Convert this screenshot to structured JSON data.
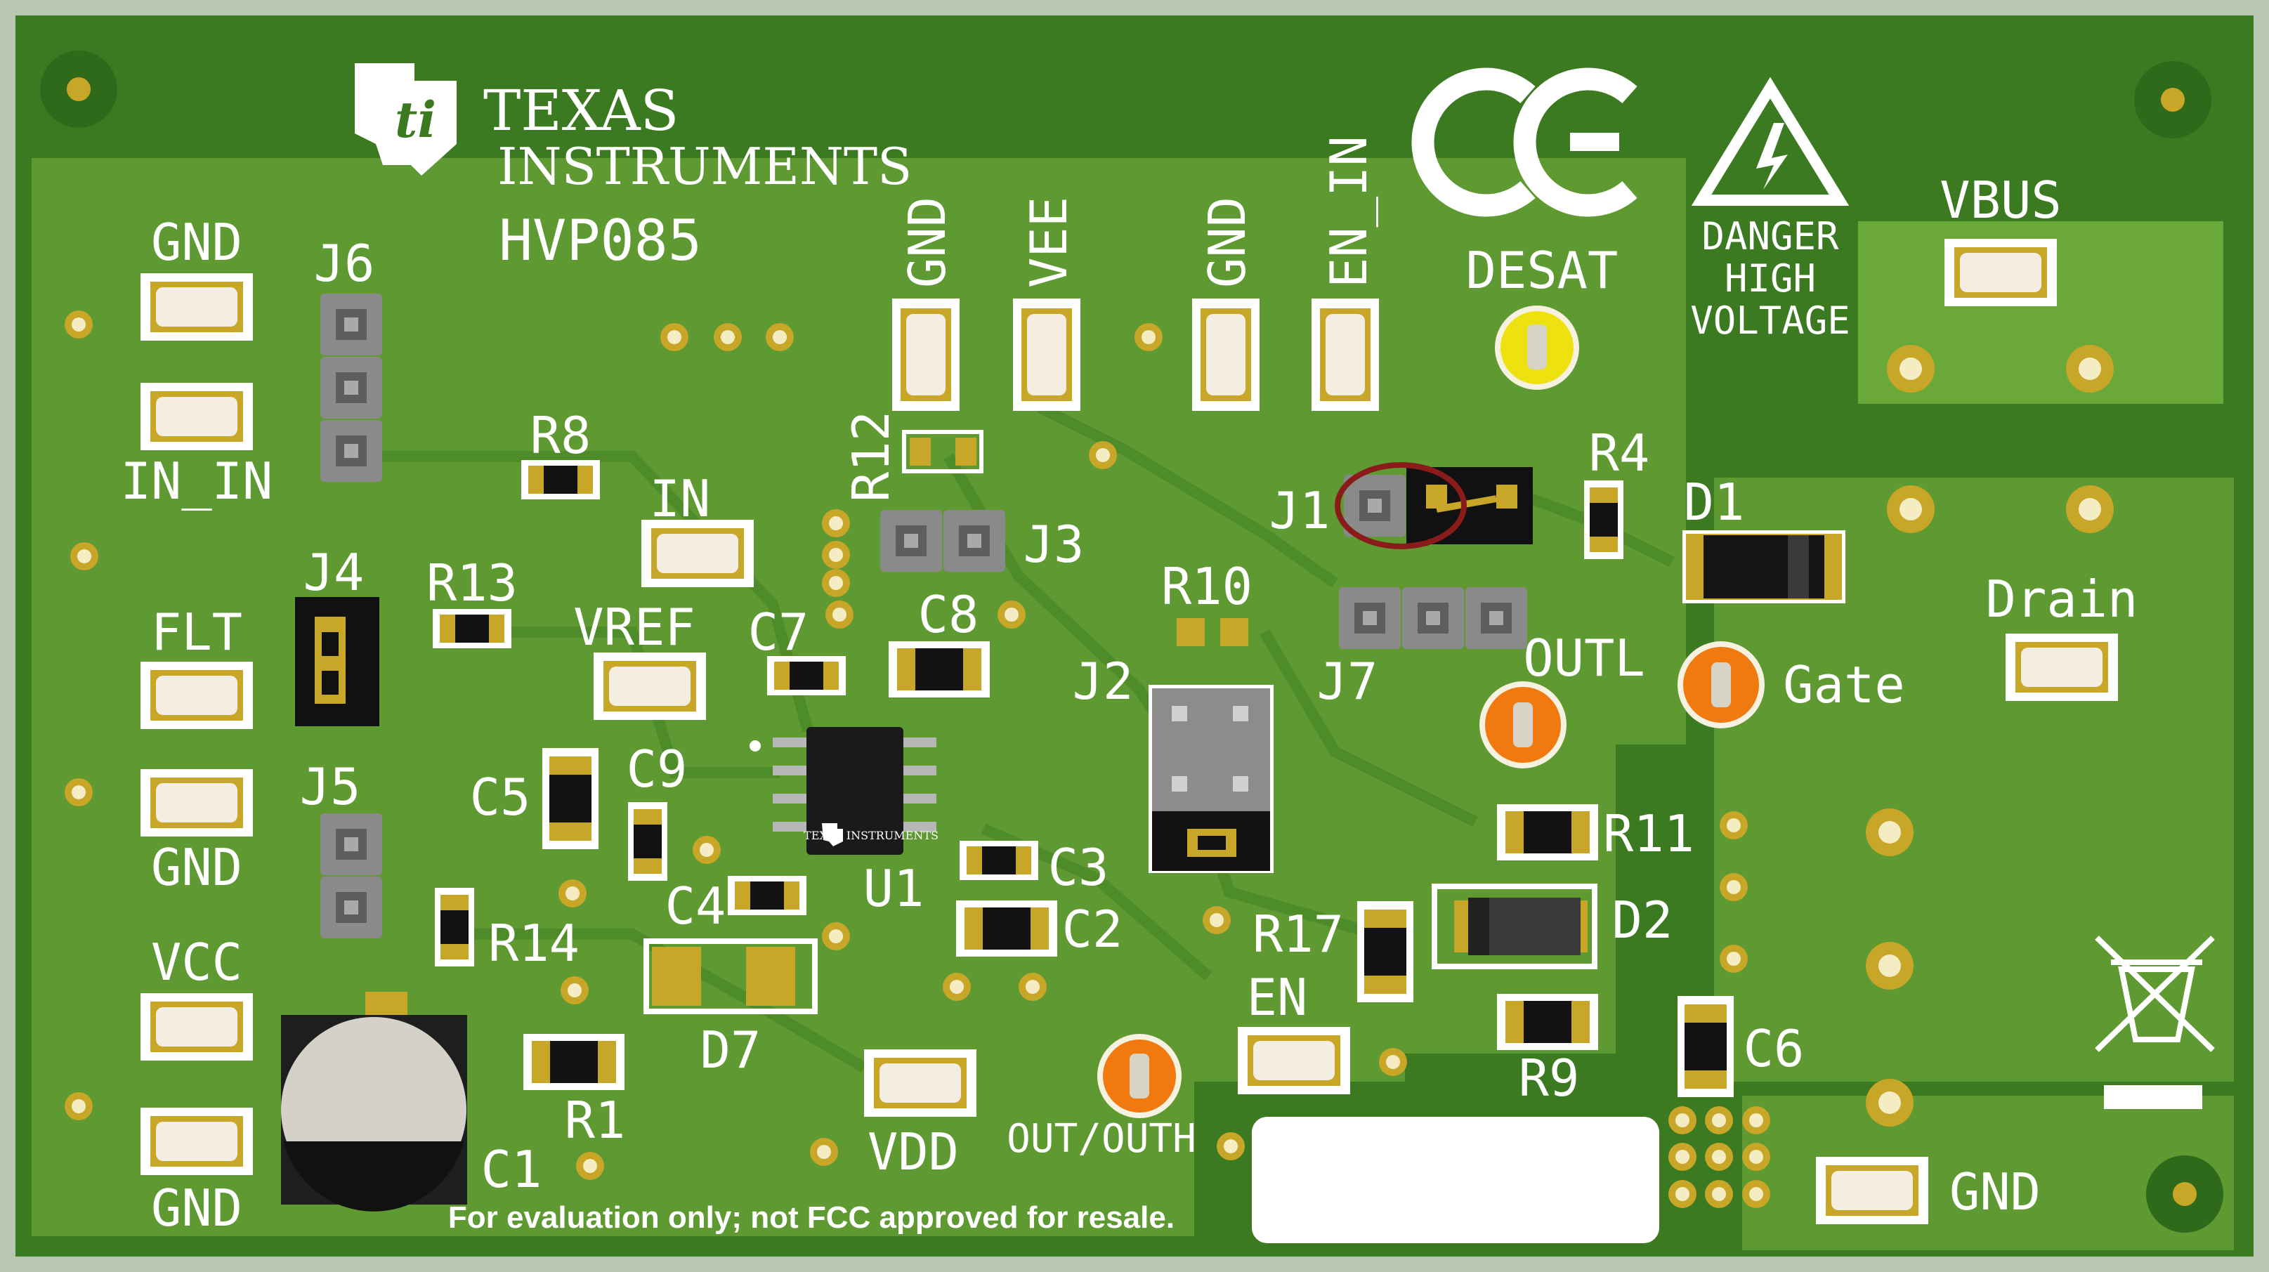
{
  "board": {
    "brand_line1": "TEXAS",
    "brand_line2": "INSTRUMENTS",
    "model": "HVP085",
    "disclaimer": "For evaluation only; not FCC approved for resale.",
    "ce_mark": "CE",
    "warning": [
      "DANGER",
      "HIGH",
      "VOLTAGE"
    ],
    "chip_logo": "TEXAS INSTRUMENTS"
  },
  "colors": {
    "board_base": "#3c7a22",
    "copper_pour": "#5f9932",
    "edge_frame": "#b7c7b2",
    "pad_gold": "#c8a628",
    "orange_tp": "#f07a10",
    "yellow_tp": "#eee110",
    "highlight_ring": "#8a1b1b"
  },
  "icons": [
    "texas-instruments-logo",
    "ce-mark-icon",
    "high-voltage-warning-icon",
    "weee-crossed-bin-icon"
  ],
  "labels": {
    "gnd_top_left": "GND",
    "in_in": "IN_IN",
    "flt": "FLT",
    "gnd_mid_left": "GND",
    "vcc": "VCC",
    "gnd_bottom_left": "GND",
    "j6": "J6",
    "j4": "J4",
    "j5": "J5",
    "r8": "R8",
    "r13": "R13",
    "in": "IN",
    "vref": "VREF",
    "c7": "C7",
    "c5": "C5",
    "c9": "C9",
    "c4": "C4",
    "r14": "R14",
    "r1": "R1",
    "c1": "C1",
    "d7": "D7",
    "u1": "U1",
    "r12": "R12",
    "gnd_header_1": "GND",
    "vee": "VEE",
    "gnd_header_2": "GND",
    "en_in": "EN_IN",
    "j3": "J3",
    "c8": "C8",
    "c3": "C3",
    "c2": "C2",
    "vdd": "VDD",
    "out_outh": "OUT/OUTH",
    "r10": "R10",
    "j2": "J2",
    "j7": "J7",
    "j1": "J1",
    "desat": "DESAT",
    "r4": "R4",
    "d1": "D1",
    "outl": "OUTL",
    "gate": "Gate",
    "r11": "R11",
    "d2": "D2",
    "r17": "R17",
    "en": "EN",
    "r9": "R9",
    "c6": "C6",
    "vbus": "VBUS",
    "drain": "Drain",
    "gnd_bottom_right": "GND"
  }
}
